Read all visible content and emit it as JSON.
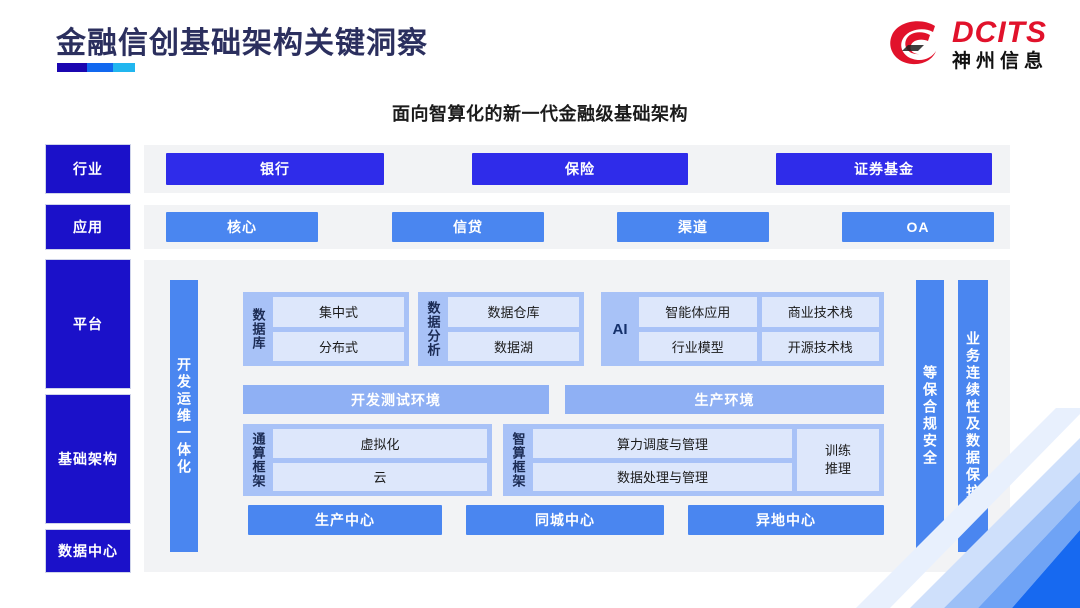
{
  "header": {
    "title": "金融信创基础架构关键洞察",
    "subtitle": "面向智算化的新一代金融级基础架构",
    "logo_en": "DCITS",
    "logo_cn": "神州信息",
    "rule_colors": [
      "#1b06b0",
      "#1168ef",
      "#21b6ef"
    ]
  },
  "colors": {
    "deep_blue": "#1b11c9",
    "pill_dark": "#2f2cea",
    "pill_light": "#4a86f0",
    "group_bg": "#a8c2f7",
    "cell_bg": "#dde7fb",
    "env_bar": "#8fb0f4",
    "panel_bg": "#f2f3f5",
    "logo_red": "#e1122b",
    "title_color": "#2b2f5e"
  },
  "sidebar": {
    "items": [
      {
        "label": "行业"
      },
      {
        "label": "应用"
      },
      {
        "label": "平台"
      },
      {
        "label": "基础架构"
      },
      {
        "label": "数据中心"
      }
    ]
  },
  "industry_row": {
    "items": [
      {
        "label": "银行"
      },
      {
        "label": "保险"
      },
      {
        "label": "证券基金"
      }
    ]
  },
  "application_row": {
    "items": [
      {
        "label": "核心"
      },
      {
        "label": "信贷"
      },
      {
        "label": "渠道"
      },
      {
        "label": "OA"
      }
    ]
  },
  "vertical_bars": {
    "devops": "开发运维一体化",
    "security": "等保合规安全",
    "continuity": "业务连续性及数据保护"
  },
  "platform": {
    "database": {
      "label": "数据库",
      "items": [
        "集中式",
        "分布式"
      ]
    },
    "data_analysis": {
      "label": "数据分析",
      "items": [
        "数据仓库",
        "数据湖"
      ]
    },
    "ai": {
      "label": "AI",
      "items": [
        "智能体应用",
        "商业技术栈",
        "行业模型",
        "开源技术栈"
      ]
    },
    "environments": [
      {
        "label": "开发测试环境"
      },
      {
        "label": "生产环境"
      }
    ]
  },
  "infrastructure": {
    "general_framework": {
      "label": "通算框架",
      "items": [
        "虚拟化",
        "云"
      ]
    },
    "smart_framework": {
      "label": "智算框架",
      "items": [
        "算力调度与管理",
        "数据处理与管理"
      ],
      "side_item_line1": "训练",
      "side_item_line2": "推理"
    }
  },
  "data_center": {
    "items": [
      {
        "label": "生产中心"
      },
      {
        "label": "同城中心"
      },
      {
        "label": "异地中心"
      }
    ]
  }
}
